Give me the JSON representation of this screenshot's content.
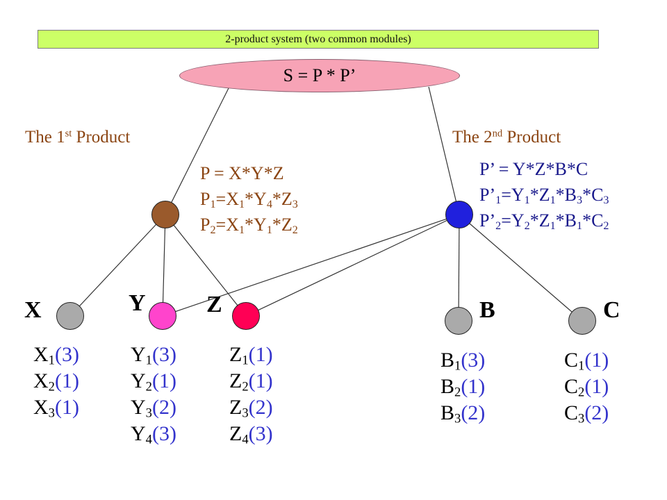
{
  "banner": "2-product system (two common modules)",
  "root": "S = P * P’",
  "product1": {
    "heading": {
      "pre": "The 1",
      "sup": "st",
      "post": " Product"
    },
    "formulas": [
      [
        {
          "t": "P = X*Y*Z"
        }
      ],
      [
        {
          "t": "P"
        },
        {
          "s": "1"
        },
        {
          "t": "=X"
        },
        {
          "s": "1"
        },
        {
          "t": "*Y"
        },
        {
          "s": "4"
        },
        {
          "t": "*Z"
        },
        {
          "s": "3"
        }
      ],
      [
        {
          "t": "P"
        },
        {
          "s": "2"
        },
        {
          "t": "=X"
        },
        {
          "s": "1"
        },
        {
          "t": "*Y"
        },
        {
          "s": "1"
        },
        {
          "t": "*Z"
        },
        {
          "s": "2"
        }
      ]
    ],
    "color": "#8b4513"
  },
  "product2": {
    "heading": {
      "pre": "The 2",
      "sup": "nd",
      "post": " Product"
    },
    "formulas": [
      [
        {
          "t": "P’ = Y*Z*B*C"
        }
      ],
      [
        {
          "t": "P’"
        },
        {
          "s": "1"
        },
        {
          "t": "=Y"
        },
        {
          "s": "1"
        },
        {
          "t": "*Z"
        },
        {
          "s": "1"
        },
        {
          "t": "*B"
        },
        {
          "s": "3"
        },
        {
          "t": "*C"
        },
        {
          "s": "3"
        }
      ],
      [
        {
          "t": "P’"
        },
        {
          "s": "2"
        },
        {
          "t": "=Y"
        },
        {
          "s": "2"
        },
        {
          "t": "*Z"
        },
        {
          "s": "1"
        },
        {
          "t": "*B"
        },
        {
          "s": "1"
        },
        {
          "t": "*C"
        },
        {
          "s": "2"
        }
      ]
    ],
    "color": "#1a1a8c"
  },
  "modules": {
    "X": {
      "label": "X",
      "options": [
        [
          "X",
          "1",
          "3"
        ],
        [
          "X",
          "2",
          "1"
        ],
        [
          "X",
          "3",
          "1"
        ]
      ]
    },
    "Y": {
      "label": "Y",
      "options": [
        [
          "Y",
          "1",
          "3"
        ],
        [
          "Y",
          "2",
          "1"
        ],
        [
          "Y",
          "3",
          "2"
        ],
        [
          "Y",
          "4",
          "3"
        ]
      ]
    },
    "Z": {
      "label": "Z",
      "options": [
        [
          "Z",
          "1",
          "1"
        ],
        [
          "Z",
          "2",
          "1"
        ],
        [
          "Z",
          "3",
          "2"
        ],
        [
          "Z",
          "4",
          "3"
        ]
      ]
    },
    "B": {
      "label": "B",
      "options": [
        [
          "B",
          "1",
          "3"
        ],
        [
          "B",
          "2",
          "1"
        ],
        [
          "B",
          "3",
          "2"
        ]
      ]
    },
    "C": {
      "label": "C",
      "options": [
        [
          "C",
          "1",
          "1"
        ],
        [
          "C",
          "2",
          "1"
        ],
        [
          "C",
          "3",
          "2"
        ]
      ]
    }
  },
  "colors": {
    "banner": "#ccff66",
    "root": "#f7a3b6",
    "product1_node": "#9a5a2c",
    "product2_node": "#2020dd",
    "X": "#aaaaaa",
    "Y": "#ff44cc",
    "Z": "#ff0055",
    "B": "#aaaaaa",
    "C": "#aaaaaa",
    "option_count": "#3333cc"
  },
  "edges": [
    [
      "root",
      "p1"
    ],
    [
      "root",
      "p2"
    ],
    [
      "p1",
      "X"
    ],
    [
      "p1",
      "Y"
    ],
    [
      "p1",
      "Z"
    ],
    [
      "p2",
      "Y"
    ],
    [
      "p2",
      "Z"
    ],
    [
      "p2",
      "B"
    ],
    [
      "p2",
      "C"
    ]
  ]
}
